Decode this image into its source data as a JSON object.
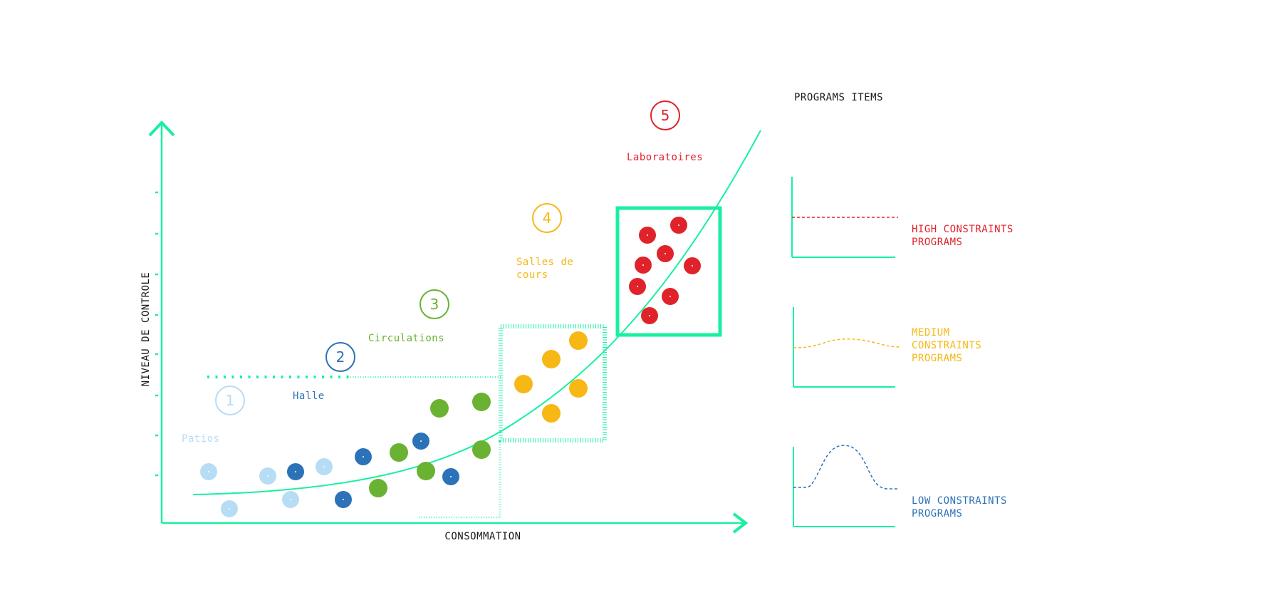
{
  "colors": {
    "axis": "#18f0a0",
    "patios": "#b7ddf5",
    "halle": "#2c72b8",
    "circulations": "#6ab232",
    "salles": "#f7b715",
    "labos": "#e0232b",
    "text_dark": "#1a1a1a"
  },
  "axes": {
    "y_label": "NIVEAU DE CONTROLE",
    "x_label": "CONSOMMATION"
  },
  "groups": [
    {
      "number": "1",
      "name": "Patios",
      "color_key": "patios"
    },
    {
      "number": "2",
      "name": "Halle",
      "color_key": "halle"
    },
    {
      "number": "3",
      "name": "Circulations",
      "color_key": "circulations"
    },
    {
      "number": "4",
      "name_line1": "Salles de",
      "name_line2": "cours",
      "color_key": "salles"
    },
    {
      "number": "5",
      "name": "Laboratoires",
      "color_key": "labos"
    }
  ],
  "programs": {
    "title": "PROGRAMS ITEMS",
    "high": {
      "line1": "HIGH CONSTRAINTS",
      "line2": "PROGRAMS"
    },
    "medium": {
      "line1": "MEDIUM",
      "line2": "CONSTRAINTS",
      "line3": "PROGRAMS"
    },
    "low": {
      "line1": "LOW CONSTRAINTS",
      "line2": "PROGRAMS"
    }
  }
}
